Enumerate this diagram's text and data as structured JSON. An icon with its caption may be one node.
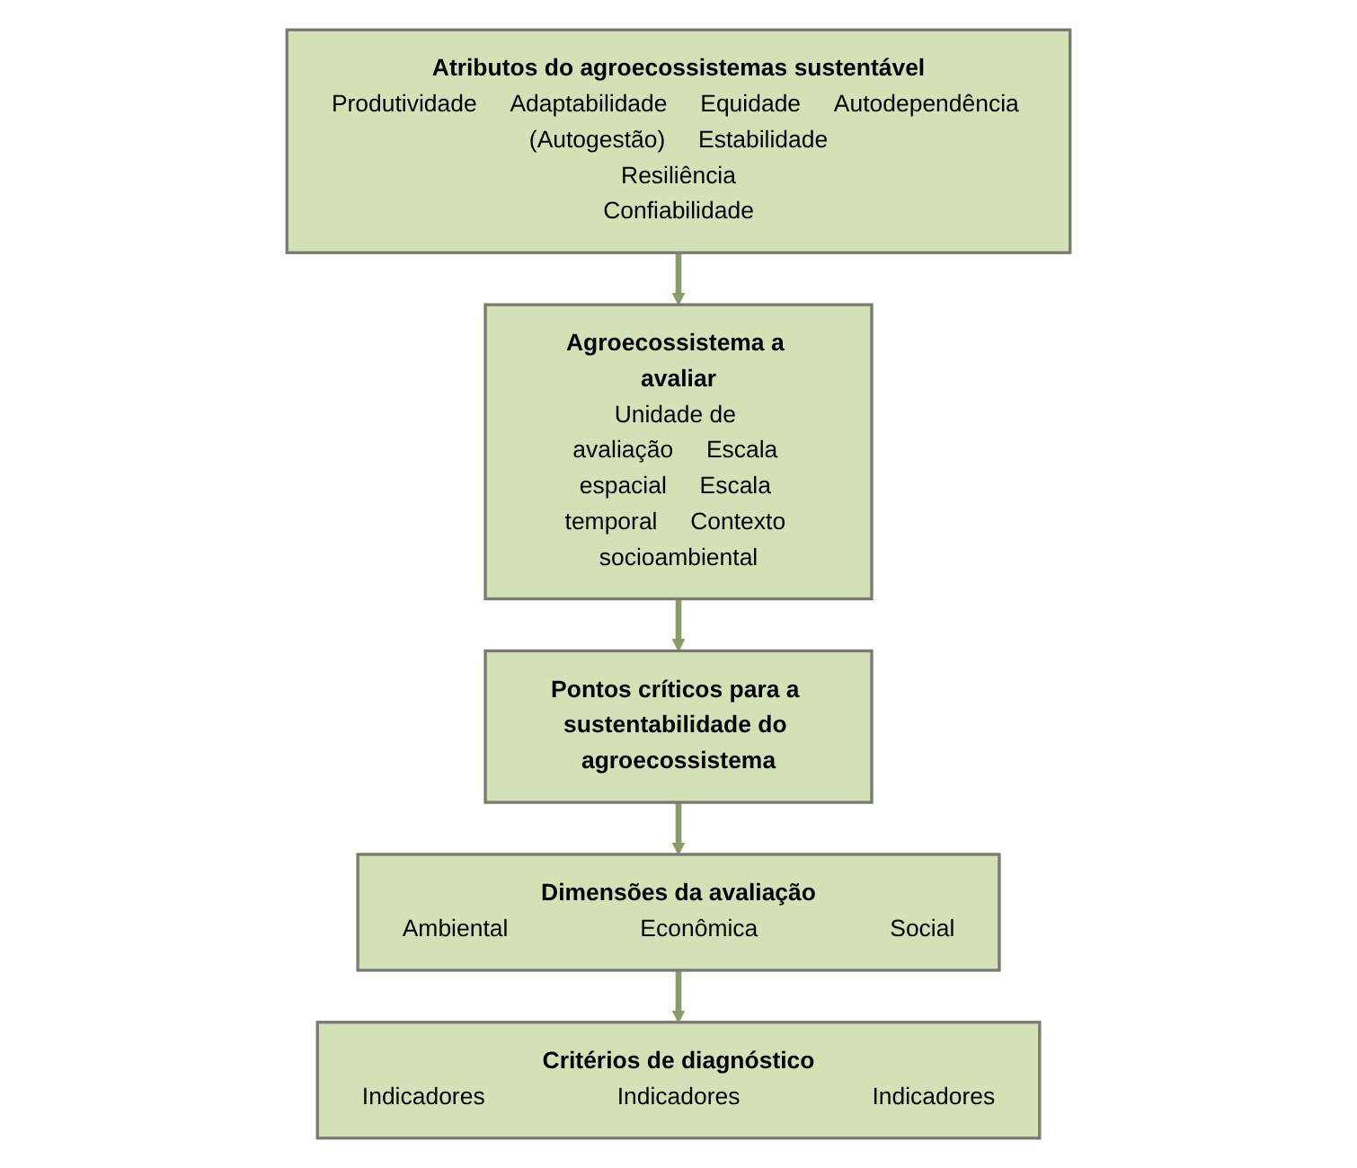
{
  "diagram": {
    "nodes": [
      {
        "text": [
          "Atributos do agroecossistemas sustentável",
          "Produtividade",
          "Adaptabilidade",
          "Equidade",
          "Autodependência (Autogestão)",
          "Estabilidade",
          "Resiliência",
          "Confiabilidade"
        ]
      },
      {
        "text": [
          "Agroecossistema a avaliar",
          "Unidade de avaliação",
          "Escala espacial",
          "Escala temporal",
          "Contexto socioambiental"
        ]
      },
      {
        "text": [
          "Pontos críticos para a sustentabilidade do agroecossistema"
        ]
      },
      {
        "text": [
          "Dimensões da avaliação",
          "Ambiental",
          "Econômica",
          "Social"
        ]
      },
      {
        "text": [
          "Critérios de diagnóstico",
          "Indicadores",
          "Indicadores",
          "Indicadores"
        ]
      }
    ],
    "edges": [
      {
        "from": 0,
        "to": 1,
        "arrow": "to"
      },
      {
        "from": 1,
        "to": 2,
        "arrow": "to"
      },
      {
        "from": 2,
        "to": 3,
        "arrow": "to"
      },
      {
        "from": 3,
        "to": 4,
        "arrow": "to"
      }
    ]
  }
}
